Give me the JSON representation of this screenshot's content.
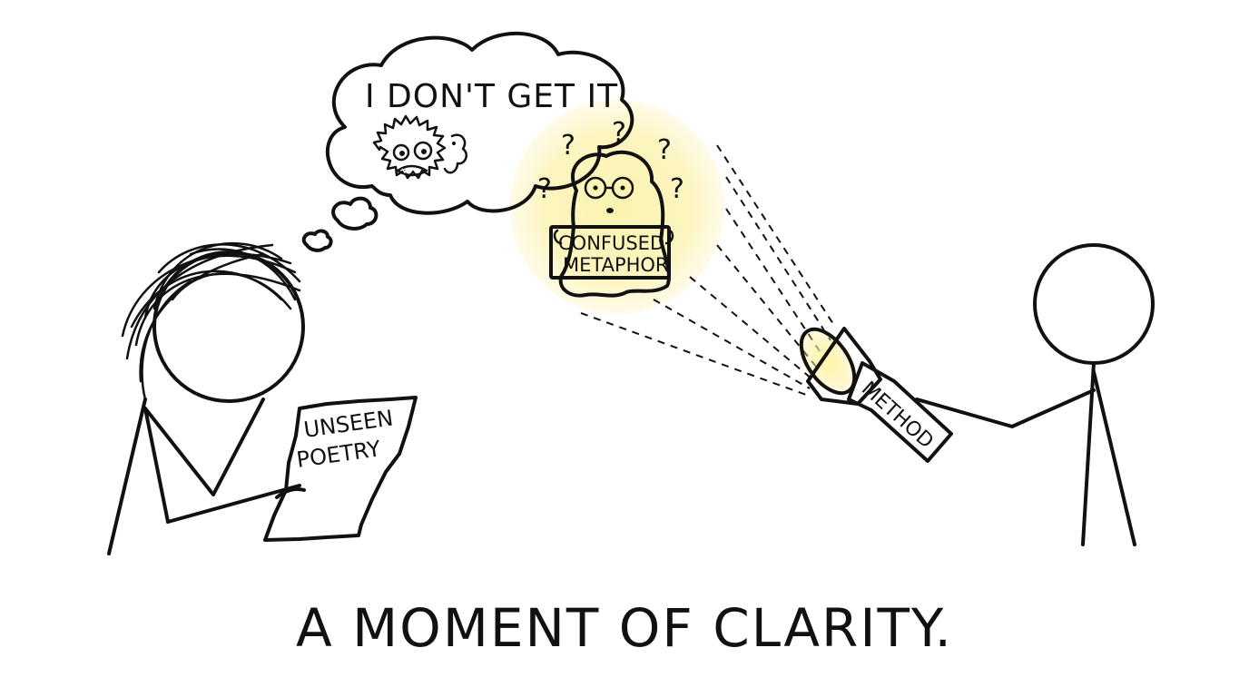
{
  "thought_text": "I DON'T GET IT",
  "sign_line1": "CONFUSED",
  "sign_line2": "METAPHOR",
  "paper_line1": "UNSEEN",
  "paper_line2": "POETRY",
  "flashlight_label": "METHOD",
  "question_mark": "?",
  "caption": "A MOMENT OF CLARITY.",
  "colors": {
    "ink": "#111111",
    "glow": "#fdf6c4",
    "background": "#ffffff"
  }
}
